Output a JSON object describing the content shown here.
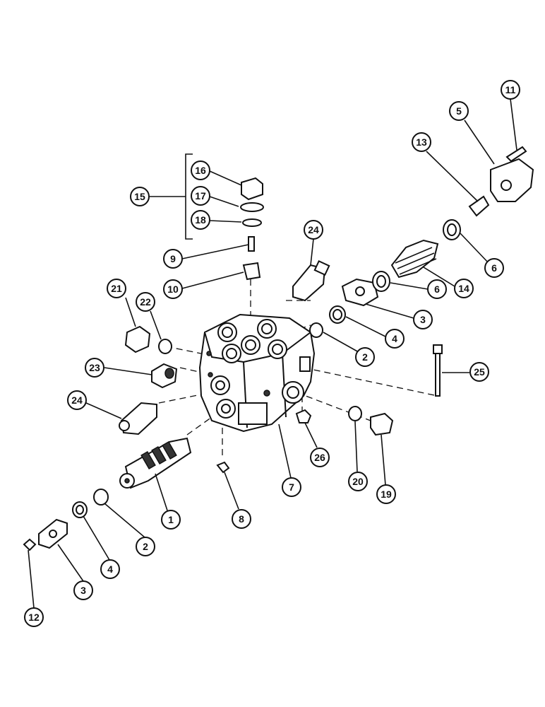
{
  "diagram": {
    "callouts": {
      "c1": "1",
      "c2a": "2",
      "c2b": "2",
      "c3a": "3",
      "c3b": "3",
      "c4a": "4",
      "c4b": "4",
      "c5": "5",
      "c6a": "6",
      "c6b": "6",
      "c7": "7",
      "c8": "8",
      "c9": "9",
      "c10": "10",
      "c11": "11",
      "c12": "12",
      "c13": "13",
      "c14": "14",
      "c15": "15",
      "c16": "16",
      "c17": "17",
      "c18": "18",
      "c19": "19",
      "c20": "20",
      "c21": "21",
      "c22": "22",
      "c23": "23",
      "c24a": "24",
      "c24b": "24",
      "c25": "25",
      "c26": "26"
    }
  }
}
